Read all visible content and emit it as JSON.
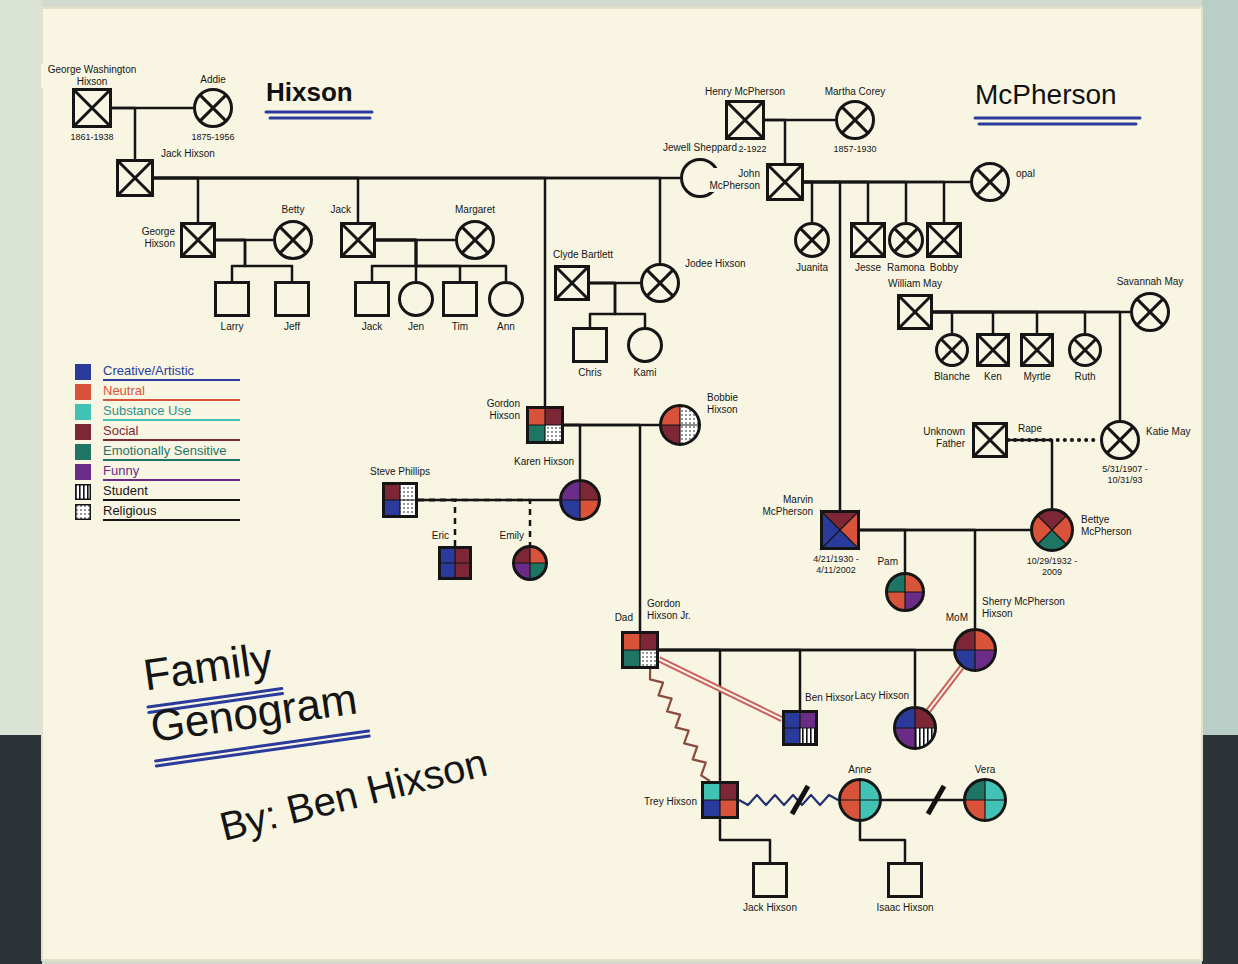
{
  "diagram": {
    "title": "Family Genogram",
    "caption": "By: Ben Hixson",
    "nodes": [
      {
        "text": [
          "George Washington Hixson",
          "1861-1938"
        ]
      },
      {
        "text": [
          "Addie",
          "1875-1956"
        ]
      },
      {
        "text": [
          "Henry McPherson",
          "1852-1922"
        ]
      },
      {
        "text": [
          "Martha Corey",
          "1857-1930"
        ]
      },
      {
        "text": [
          "Jack Hixson"
        ]
      },
      {
        "text": [
          "Jewell Sheppard"
        ]
      },
      {
        "text": [
          "John McPherson"
        ]
      },
      {
        "text": [
          "opal"
        ]
      },
      {
        "text": [
          "George Hixson"
        ]
      },
      {
        "text": [
          "Betty"
        ]
      },
      {
        "text": [
          "Jack"
        ]
      },
      {
        "text": [
          "Margaret"
        ]
      },
      {
        "text": [
          "Juanita"
        ]
      },
      {
        "text": [
          "Jesse"
        ]
      },
      {
        "text": [
          "Ramona"
        ]
      },
      {
        "text": [
          "Bobby"
        ]
      },
      {
        "text": [
          "Larry"
        ]
      },
      {
        "text": [
          "Jeff"
        ]
      },
      {
        "text": [
          "Jack"
        ]
      },
      {
        "text": [
          "Jen"
        ]
      },
      {
        "text": [
          "Tim"
        ]
      },
      {
        "text": [
          "Ann"
        ]
      },
      {
        "text": [
          "Clyde Bartlett"
        ]
      },
      {
        "text": [
          "Jodee Hixson"
        ]
      },
      {
        "text": [
          "William May"
        ]
      },
      {
        "text": [
          "Savannah May"
        ]
      },
      {
        "text": [
          "Blanche"
        ]
      },
      {
        "text": [
          "Ken"
        ]
      },
      {
        "text": [
          "Myrtle"
        ]
      },
      {
        "text": [
          "Ruth"
        ]
      },
      {
        "text": [
          "Chris"
        ]
      },
      {
        "text": [
          "Kami"
        ]
      },
      {
        "text": [
          "Gordon Hixson"
        ]
      },
      {
        "text": [
          "Bobbie Hixson"
        ]
      },
      {
        "text": [
          "Unknown Father"
        ]
      },
      {
        "text": [
          "Katie May",
          "5/31/1907 - 10/31/93"
        ]
      },
      {
        "text": [
          "Steve Phillips"
        ]
      },
      {
        "text": [
          "Karen Hixson"
        ]
      },
      {
        "text": [
          "Marvin McPherson",
          "4/21/1930 - 4/11/2002"
        ]
      },
      {
        "text": [
          "Bettye McPherson",
          "10/29/1932 - 2009"
        ]
      },
      {
        "text": [
          "Eric"
        ]
      },
      {
        "text": [
          "Emily"
        ]
      },
      {
        "text": [
          "Pam"
        ]
      },
      {
        "text": [
          "Dad",
          "Gordon Hixson Jr."
        ]
      },
      {
        "text": [
          "MoM",
          "Sherry McPherson Hixson"
        ]
      },
      {
        "text": [
          "Ben Hixson"
        ]
      },
      {
        "text": [
          "Lacy Hixson"
        ]
      },
      {
        "text": [
          "Trey Hixson"
        ]
      },
      {
        "text": [
          "Anne"
        ]
      },
      {
        "text": [
          "Vera"
        ]
      },
      {
        "text": [
          "Jack Hixson"
        ]
      },
      {
        "text": [
          "Isaac Hixson"
        ]
      }
    ],
    "edges": [
      {
        "from": 0,
        "to": 1,
        "arrow": "none"
      },
      {
        "from": 0,
        "to": 4,
        "arrow": "none"
      },
      {
        "from": 2,
        "to": 3,
        "arrow": "none"
      },
      {
        "from": 2,
        "to": 6,
        "arrow": "none"
      },
      {
        "from": 4,
        "to": 5,
        "arrow": "none"
      },
      {
        "from": 4,
        "to": 8,
        "arrow": "none"
      },
      {
        "from": 4,
        "to": 10,
        "arrow": "none"
      },
      {
        "from": 4,
        "to": 32,
        "arrow": "none"
      },
      {
        "from": 4,
        "to": 23,
        "arrow": "none"
      },
      {
        "from": 6,
        "to": 7,
        "arrow": "none"
      },
      {
        "from": 6,
        "to": 12,
        "arrow": "none"
      },
      {
        "from": 6,
        "to": 13,
        "arrow": "none"
      },
      {
        "from": 6,
        "to": 14,
        "arrow": "none"
      },
      {
        "from": 6,
        "to": 15,
        "arrow": "none"
      },
      {
        "from": 6,
        "to": 38,
        "arrow": "none"
      },
      {
        "from": 8,
        "to": 9,
        "arrow": "none"
      },
      {
        "from": 8,
        "to": 16,
        "arrow": "none"
      },
      {
        "from": 8,
        "to": 17,
        "arrow": "none"
      },
      {
        "from": 10,
        "to": 11,
        "arrow": "none"
      },
      {
        "from": 10,
        "to": 18,
        "arrow": "none"
      },
      {
        "from": 10,
        "to": 19,
        "arrow": "none"
      },
      {
        "from": 10,
        "to": 20,
        "arrow": "none"
      },
      {
        "from": 10,
        "to": 21,
        "arrow": "none"
      },
      {
        "from": 22,
        "to": 23,
        "arrow": "none"
      },
      {
        "from": 22,
        "to": 30,
        "arrow": "none"
      },
      {
        "from": 22,
        "to": 31,
        "arrow": "none"
      },
      {
        "from": 24,
        "to": 25,
        "arrow": "none"
      },
      {
        "from": 24,
        "to": 26,
        "arrow": "none"
      },
      {
        "from": 24,
        "to": 27,
        "arrow": "none"
      },
      {
        "from": 24,
        "to": 28,
        "arrow": "none"
      },
      {
        "from": 24,
        "to": 29,
        "arrow": "none"
      },
      {
        "from": 24,
        "to": 35,
        "arrow": "none"
      },
      {
        "from": 32,
        "to": 33,
        "arrow": "none"
      },
      {
        "from": 32,
        "to": 37,
        "arrow": "none"
      },
      {
        "from": 32,
        "to": 43,
        "arrow": "none"
      },
      {
        "from": 34,
        "to": 35,
        "label": "Rape",
        "arrow": "none"
      },
      {
        "from": 34,
        "to": 39,
        "arrow": "none"
      },
      {
        "from": 36,
        "to": 37,
        "arrow": "none"
      },
      {
        "from": 36,
        "to": 40,
        "arrow": "none"
      },
      {
        "from": 36,
        "to": 41,
        "arrow": "none"
      },
      {
        "from": 38,
        "to": 39,
        "arrow": "none"
      },
      {
        "from": 38,
        "to": 42,
        "arrow": "none"
      },
      {
        "from": 38,
        "to": 44,
        "arrow": "none"
      },
      {
        "from": 43,
        "to": 44,
        "arrow": "none"
      },
      {
        "from": 43,
        "to": 47,
        "arrow": "none"
      },
      {
        "from": 43,
        "to": 45,
        "arrow": "none"
      },
      {
        "from": 43,
        "to": 46,
        "arrow": "none"
      },
      {
        "from": 43,
        "to": 45,
        "arrow": "none"
      },
      {
        "from": 43,
        "to": 47,
        "arrow": "none"
      },
      {
        "from": 44,
        "to": 46,
        "arrow": "none"
      },
      {
        "from": 47,
        "to": 48,
        "arrow": "none"
      },
      {
        "from": 48,
        "to": 49,
        "arrow": "none"
      },
      {
        "from": 47,
        "to": 50,
        "arrow": "none"
      },
      {
        "from": 48,
        "to": 51,
        "arrow": "none"
      }
    ],
    "labels": [
      "Hixson",
      "McPherson"
    ],
    "legend": [
      {
        "text": "Creative/Artistic",
        "color": "#2b3b9c"
      },
      {
        "text": "Neutral",
        "color": "#d9533b"
      },
      {
        "text": "Substance Use",
        "color": "#41c2b5"
      },
      {
        "text": "Social",
        "color": "#7d2636"
      },
      {
        "text": "Emotionally Sensitive",
        "color": "#1f7564"
      },
      {
        "text": "Funny",
        "color": "#6a2c86"
      },
      {
        "text": "Student"
      },
      {
        "text": "Religious"
      }
    ]
  }
}
